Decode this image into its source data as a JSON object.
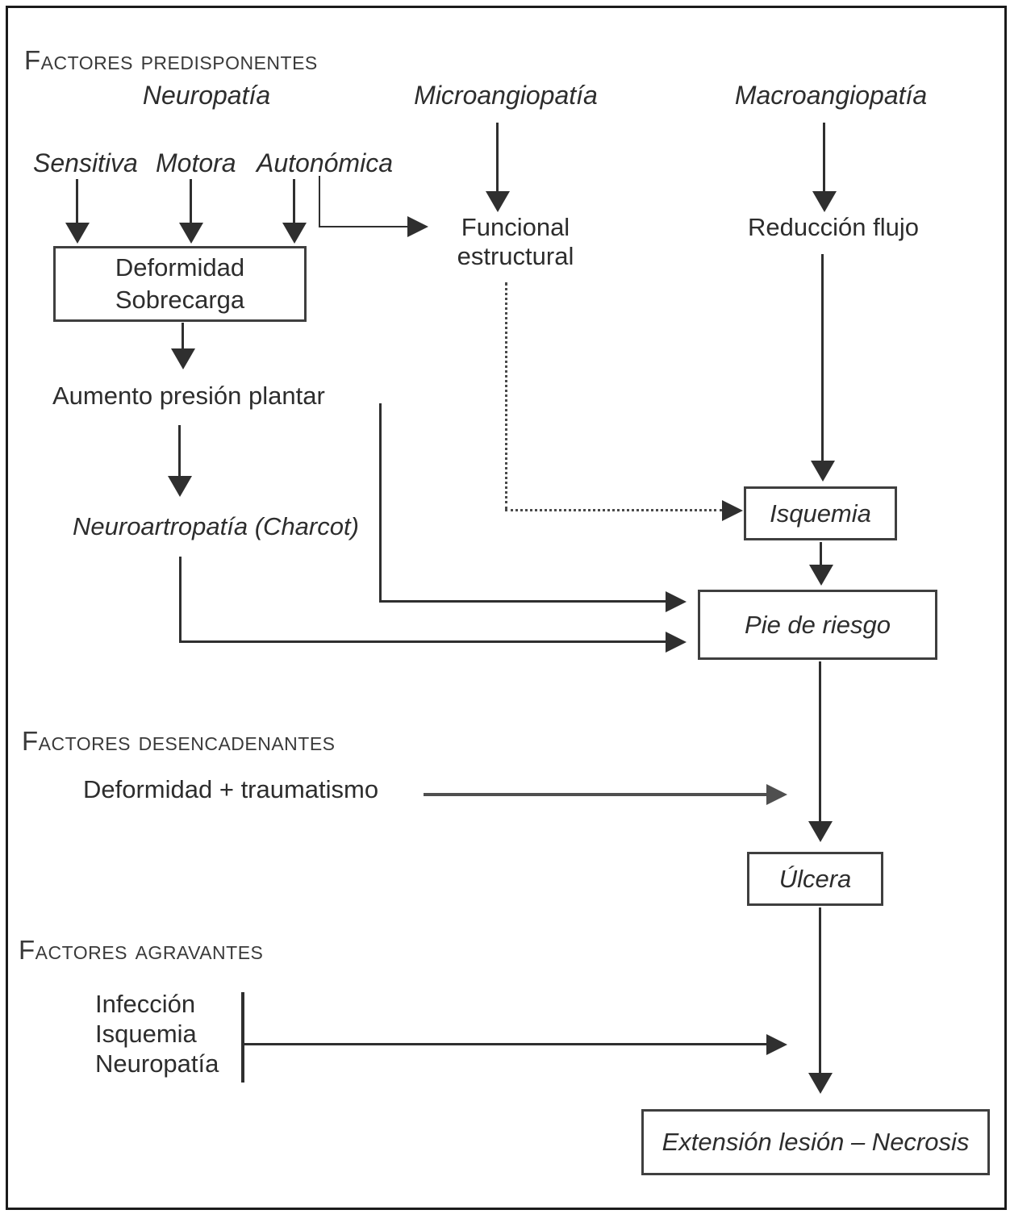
{
  "headings": {
    "predisponentes": "Factores predisponentes",
    "desencadenantes": "Factores desencadenantes",
    "agravantes": "Factores agravantes"
  },
  "predisposing": {
    "neuropatia": "Neuropatía",
    "microangiopatia": "Microangiopatía",
    "macroangiopatia": "Macroangiopatía",
    "sensitiva": "Sensitiva",
    "motora": "Motora",
    "autonomica": "Autonómica",
    "funcional": "Funcional",
    "estructural": "estructural",
    "reduccion_flujo": "Reducción flujo",
    "aumento_presion_plantar": "Aumento presión plantar",
    "neuroartropatia": "Neuroartropatía (Charcot)"
  },
  "boxes": {
    "deformidad_line1": "Deformidad",
    "deformidad_line2": "Sobrecarga",
    "isquemia": "Isquemia",
    "pie_de_riesgo": "Pie de riesgo",
    "ulcera": "Úlcera",
    "extension": "Extensión lesión – Necrosis"
  },
  "triggering": {
    "deformidad_traumatismo": "Deformidad + traumatismo"
  },
  "aggravating": {
    "items": [
      "Infección",
      "Isquemia",
      "Neuropatía"
    ]
  },
  "colors": {
    "line": "#2f2f2f",
    "gray_arrow": "#4f4f4f",
    "text": "#2d2d2d",
    "box_border": "#3f3f3f",
    "background": "#ffffff"
  }
}
